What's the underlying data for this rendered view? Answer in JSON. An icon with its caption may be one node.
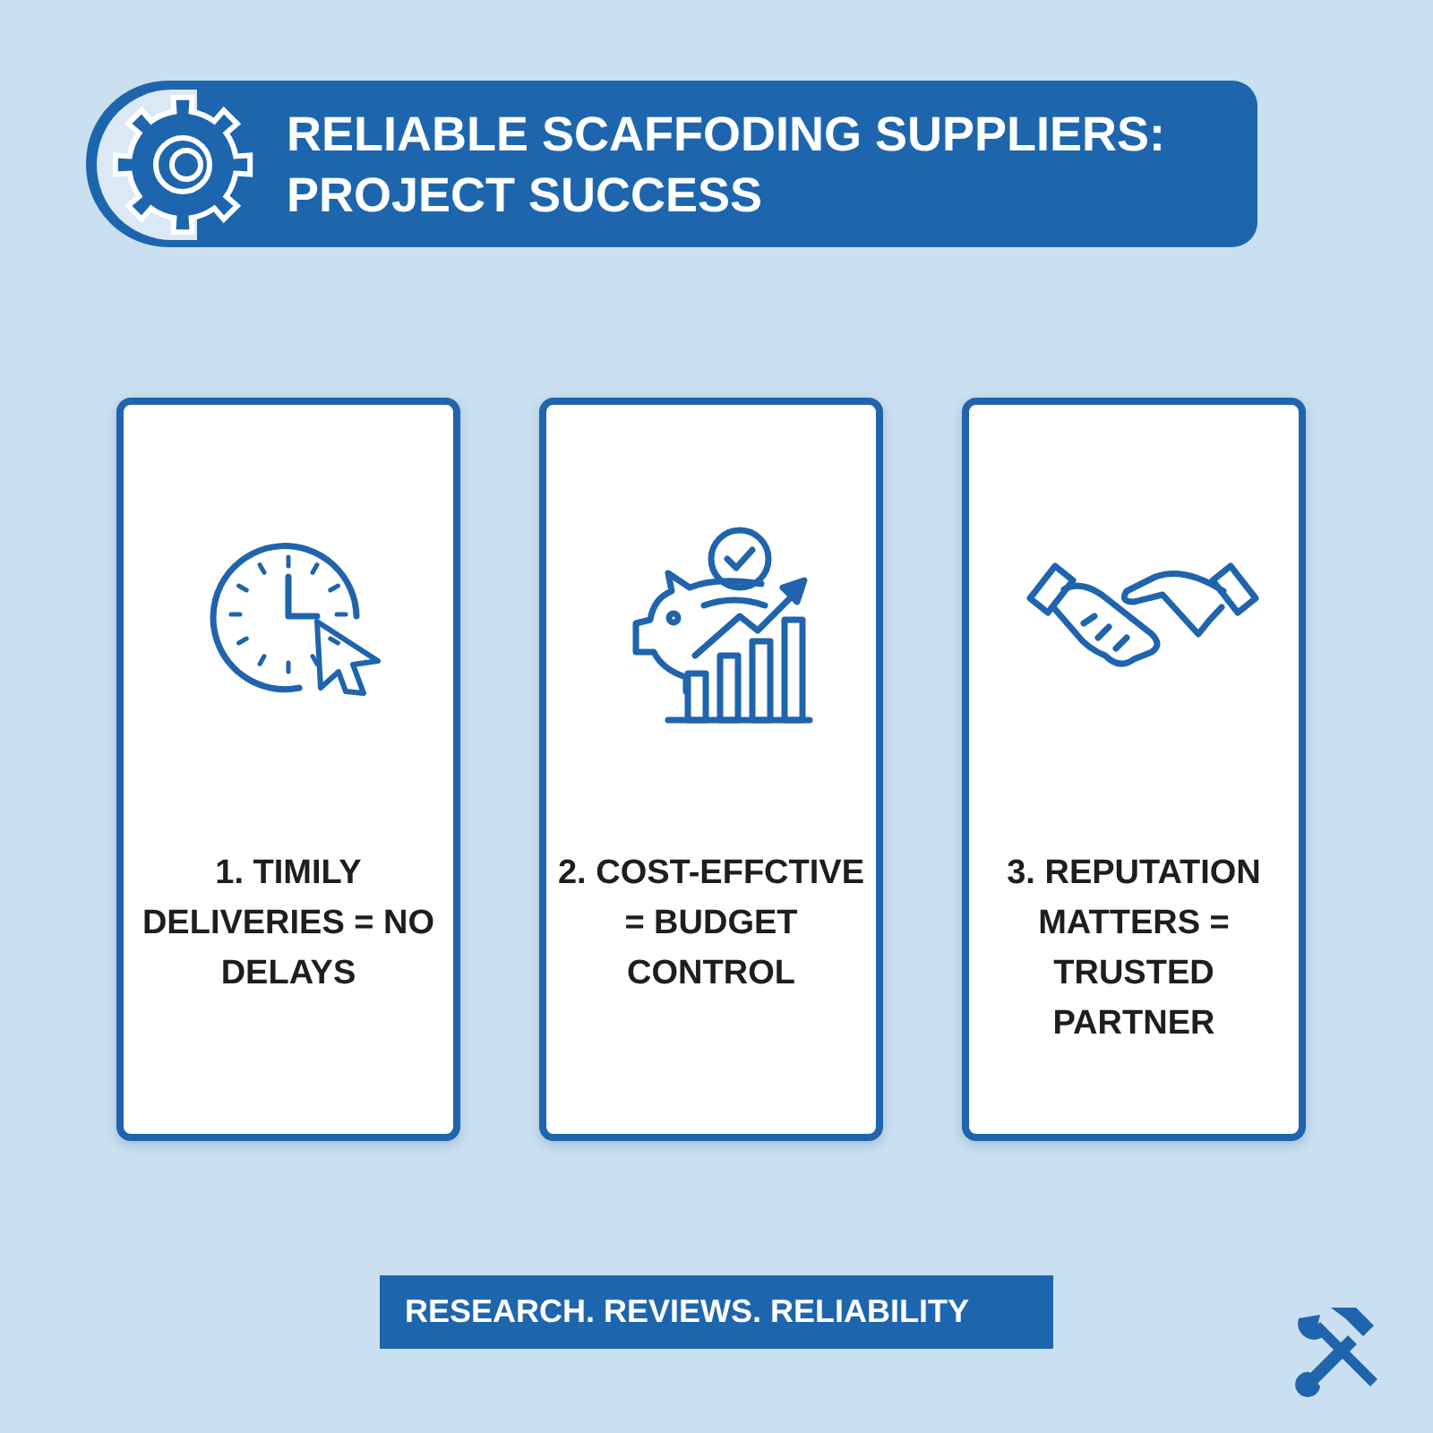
{
  "diagram": {
    "title": "RELIABLE SCAFFODING SUPPLIERS: PROJECT SUCCESS",
    "nodes": [
      {
        "text": [
          "1. TIMILY DELIVERIES = NO DELAYS"
        ]
      },
      {
        "text": [
          "2. COST-EFFCTIVE = BUDGET CONTROL"
        ]
      },
      {
        "text": [
          "3. REPUTATION MATTERS = TRUSTED PARTNER"
        ]
      },
      {
        "text": [
          "RESEARCH. REVIEWS. RELIABILITY"
        ]
      }
    ]
  }
}
